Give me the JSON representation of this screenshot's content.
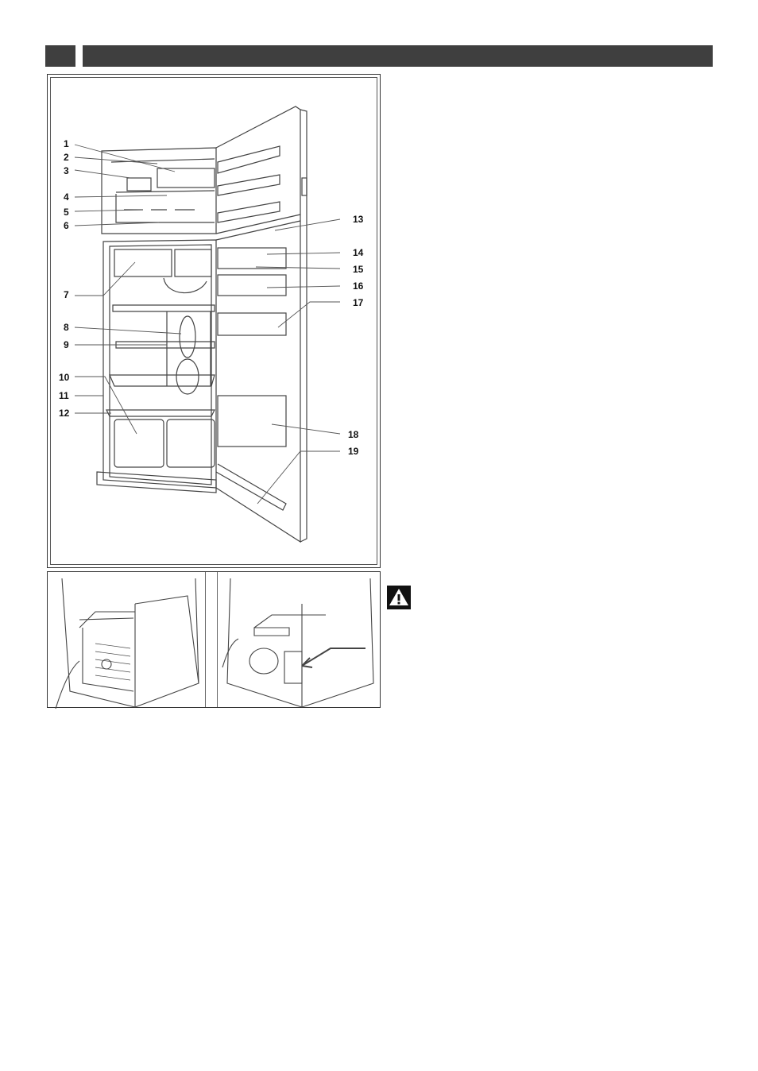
{
  "header": {
    "tab_label": "",
    "bar_label": ""
  },
  "figure": {
    "callouts_left": [
      "1",
      "2",
      "3",
      "4",
      "5",
      "6",
      "7",
      "8",
      "9",
      "10",
      "11",
      "12"
    ],
    "callouts_right": [
      "13",
      "14",
      "15",
      "16",
      "17",
      "18",
      "19"
    ]
  },
  "icons": {
    "warning": "warning-triangle-icon"
  }
}
